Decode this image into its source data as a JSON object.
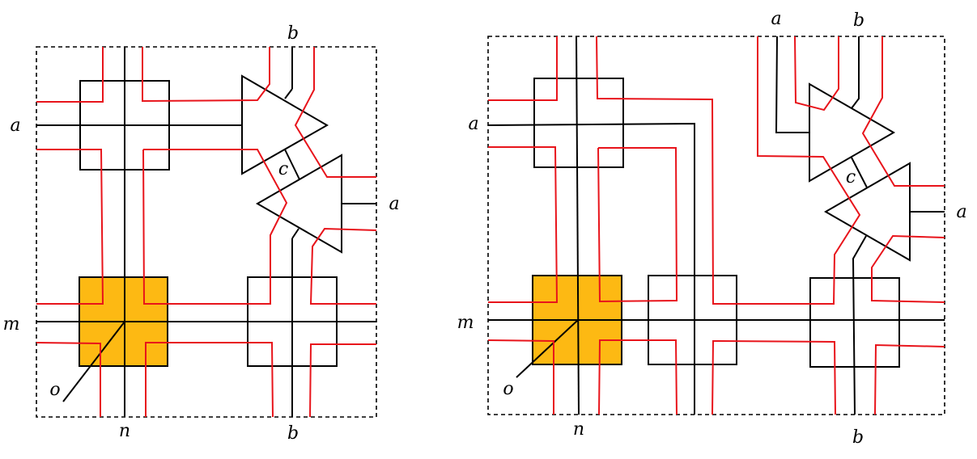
{
  "colors": {
    "wire": "#000000",
    "red_wire": "#e8141b",
    "highlight": "#fdb913",
    "frame": "#000000"
  },
  "left": {
    "labels": {
      "top_b": "b",
      "left_a": "a",
      "right_a": "a",
      "left_m": "m",
      "center_c": "c",
      "bottom_o": "o",
      "bottom_n": "n",
      "bottom_b": "b"
    }
  },
  "right": {
    "labels": {
      "top_a": "a",
      "top_b": "b",
      "left_a": "a",
      "right_a": "a",
      "left_m": "m",
      "center_c": "c",
      "bottom_o": "o",
      "bottom_n": "n",
      "bottom_b": "b"
    }
  }
}
